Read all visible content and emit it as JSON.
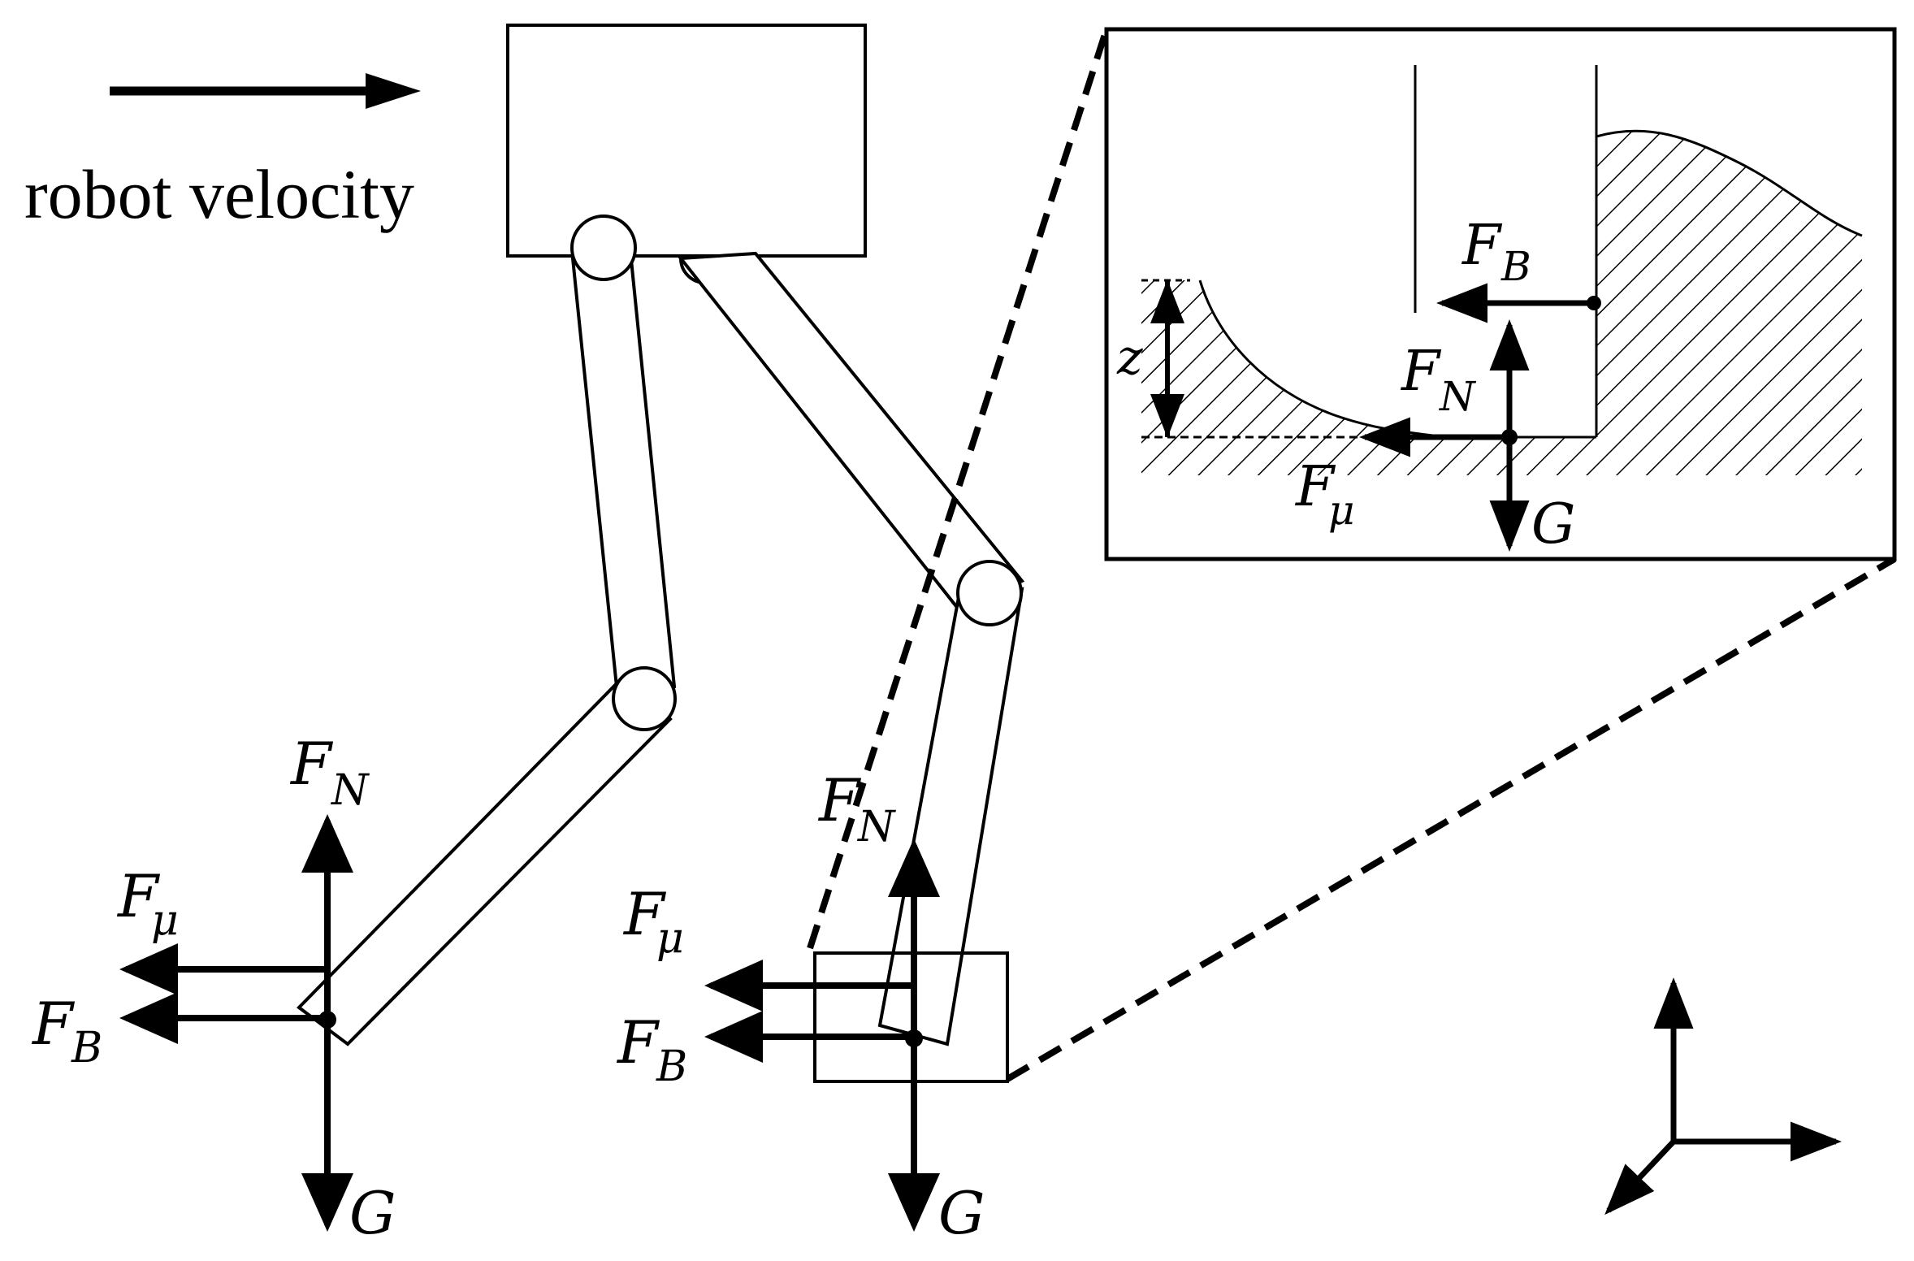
{
  "caption": {
    "velocity": "robot velocity"
  },
  "labels": {
    "FN": "F",
    "FN_sub": "N",
    "Fmu": "F",
    "Fmu_sub": "μ",
    "FB": "F",
    "FB_sub": "B",
    "G": "G",
    "z": "z"
  }
}
